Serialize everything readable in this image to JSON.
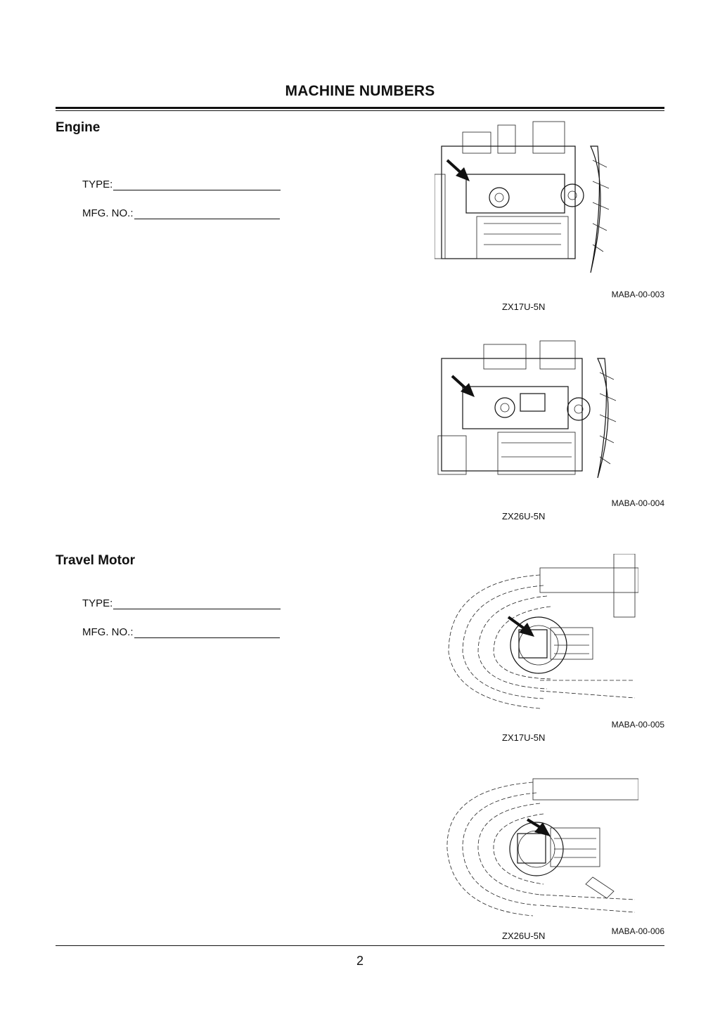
{
  "page": {
    "title": "MACHINE NUMBERS",
    "number": "2"
  },
  "sections": [
    {
      "heading": "Engine",
      "fields": [
        {
          "label": "TYPE:"
        },
        {
          "label": "MFG. NO.:"
        }
      ],
      "figures": [
        {
          "code": "MABA-00-003",
          "model": "ZX17U-5N",
          "icon": "engine-illustration-icon"
        },
        {
          "code": "MABA-00-004",
          "model": "ZX26U-5N",
          "icon": "engine-illustration-icon"
        }
      ]
    },
    {
      "heading": "Travel Motor",
      "fields": [
        {
          "label": "TYPE:"
        },
        {
          "label": "MFG. NO.:"
        }
      ],
      "figures": [
        {
          "code": "MABA-00-005",
          "model": "ZX17U-5N",
          "icon": "travel-motor-illustration-icon"
        },
        {
          "code": "MABA-00-006",
          "model": "ZX26U-5N",
          "icon": "travel-motor-illustration-icon"
        }
      ]
    }
  ]
}
